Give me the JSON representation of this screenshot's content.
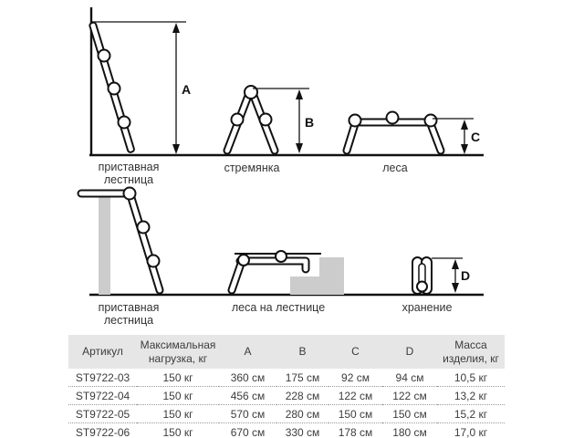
{
  "diagram": {
    "figures": {
      "leaning_ladder_top": {
        "label_line1": "приставная",
        "label_line2": "лестница",
        "dimension": "A"
      },
      "stepladder": {
        "label": "стремянка",
        "dimension": "B"
      },
      "scaffold": {
        "label": "леса",
        "dimension": "C"
      },
      "leaning_ladder_wall": {
        "label_line1": "приставная",
        "label_line2": "лестница"
      },
      "scaffold_on_stairs": {
        "label": "леса на лестнице"
      },
      "storage": {
        "label": "хранение",
        "dimension": "D"
      }
    },
    "colors": {
      "line": "#111111",
      "gray_fill": "#cccccc"
    }
  },
  "table": {
    "header_bg": "#e6e6e6",
    "columns": [
      "Артикул",
      "Максимальная нагрузка, кг",
      "A",
      "B",
      "C",
      "D",
      "Масса изделия, кг"
    ],
    "rows": [
      {
        "article": "ST9722-03",
        "max_load": "150 кг",
        "a": "360 см",
        "b": "175 см",
        "c": "92 см",
        "d": "94 см",
        "weight": "10,5 кг"
      },
      {
        "article": "ST9722-04",
        "max_load": "150 кг",
        "a": "456 см",
        "b": "228 см",
        "c": "122 см",
        "d": "122 см",
        "weight": "13,2 кг"
      },
      {
        "article": "ST9722-05",
        "max_load": "150 кг",
        "a": "570 см",
        "b": "280 см",
        "c": "150 см",
        "d": "150 см",
        "weight": "15,2 кг"
      },
      {
        "article": "ST9722-06",
        "max_load": "150 кг",
        "a": "670 см",
        "b": "330 см",
        "c": "178 см",
        "d": "180 см",
        "weight": "17,0 кг"
      }
    ]
  }
}
